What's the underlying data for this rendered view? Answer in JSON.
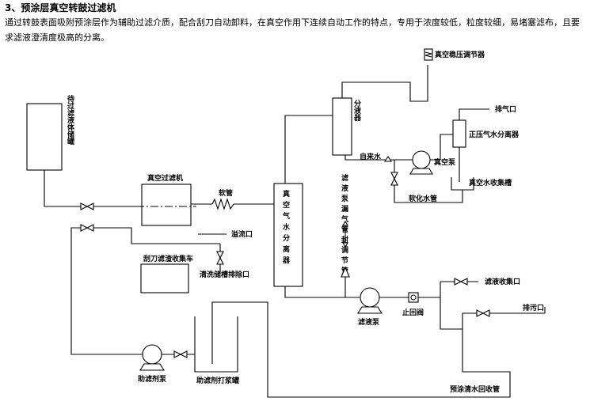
{
  "heading": "3、预涂层真空转鼓过滤机",
  "intro": "通过转鼓表面吸附预涂层作为辅助过滤介质，配合刮刀自动卸料，在真空作用下连续自动工作的特点，专用于浓度较低，粒度较细，易堵塞滤布，且要求滤液澄清度极高的分离。",
  "labels": {
    "feed_tank": "待过滤液体储罐",
    "vacuum_filter": "真空过滤机",
    "hose": "软管",
    "overflow": "溢流口",
    "scraper_cart": "刮刀滤渣收集车",
    "wash_drain": "清洗储槽排除口",
    "gas_water_sep": "真空气水分离器",
    "separator": "分液器",
    "pump_seal": "滤液泵漏气管封调节管",
    "vac_regulator": "真空稳压调节器",
    "exhaust": "排气口",
    "pos_sep": "正压气水分离器",
    "tap_water": "自来水",
    "vacuum_pump": "真空泵",
    "vac_water_tank": "真空水收集槽",
    "soft_water": "软化水管",
    "filtrate_pump": "滤液泵",
    "check_valve": "止回阀",
    "filtrate_outlet": "滤液收集口",
    "sewage": "排污口",
    "precoat_return": "预涂清水回收管",
    "aid_pump": "助滤剂泵",
    "aid_tank": "助滤剂打浆罐"
  }
}
